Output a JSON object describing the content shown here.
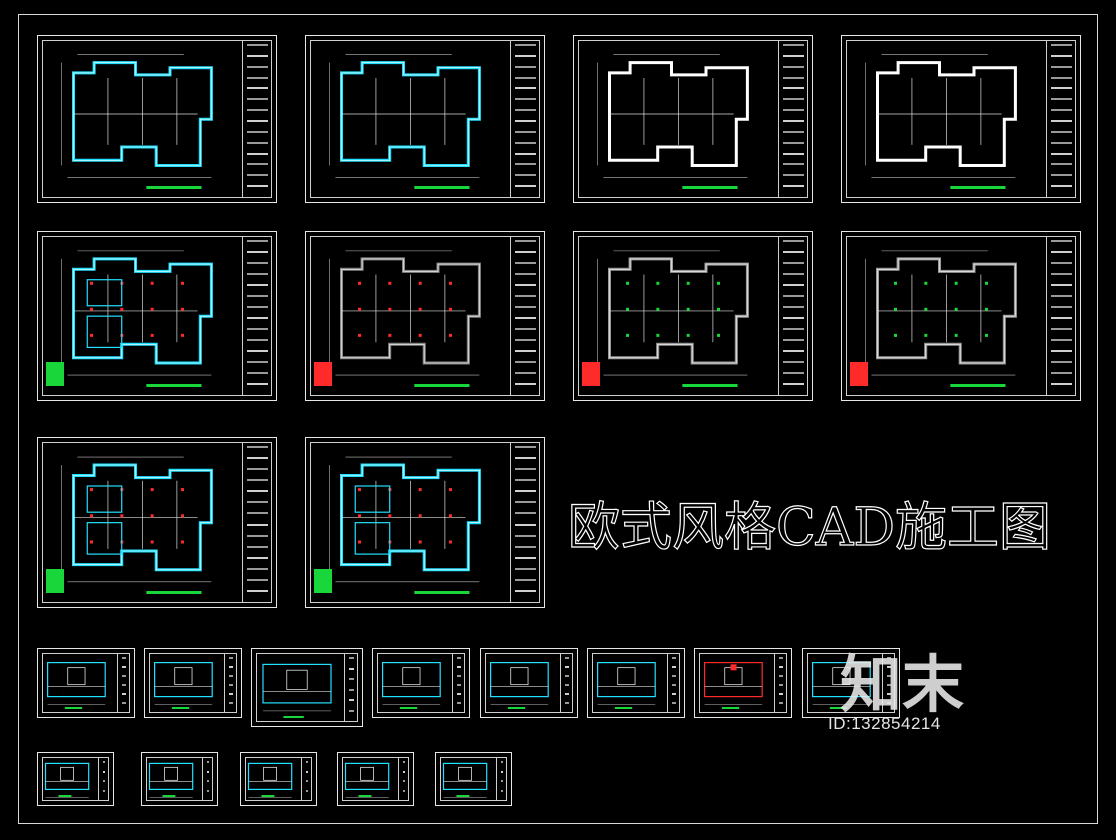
{
  "title": "欧式风格CAD施工图",
  "watermark": {
    "logo_text": "知末",
    "id_text": "ID:132854214"
  },
  "colors": {
    "background": "#000000",
    "frame": "#e6e6e6",
    "wall_cyan": "#22e0ff",
    "detail_red": "#ff2a2a",
    "legend_green": "#19d63a",
    "line_white": "#ffffff"
  },
  "sheets": [
    {
      "kind": "plan",
      "theme": "cyan"
    },
    {
      "kind": "plan",
      "theme": "cyan"
    },
    {
      "kind": "plan",
      "theme": "white"
    },
    {
      "kind": "plan",
      "theme": "white"
    },
    {
      "kind": "ceiling",
      "theme": "cyan"
    },
    {
      "kind": "ceiling",
      "theme": "red"
    },
    {
      "kind": "lighting",
      "theme": "green"
    },
    {
      "kind": "lighting",
      "theme": "gray"
    },
    {
      "kind": "ceiling",
      "theme": "cyan"
    },
    {
      "kind": "ceiling",
      "theme": "cyan"
    },
    {
      "kind": "elevation",
      "theme": "cyan"
    },
    {
      "kind": "elevation",
      "theme": "cyan"
    },
    {
      "kind": "elevation",
      "theme": "cyan"
    },
    {
      "kind": "elevation",
      "theme": "cyan"
    },
    {
      "kind": "elevation",
      "theme": "cyan"
    },
    {
      "kind": "elevation",
      "theme": "cyan"
    },
    {
      "kind": "elevation",
      "theme": "red"
    },
    {
      "kind": "elevation",
      "theme": "cyan"
    },
    {
      "kind": "section",
      "theme": "cyan"
    },
    {
      "kind": "section",
      "theme": "cyan"
    },
    {
      "kind": "section",
      "theme": "cyan"
    },
    {
      "kind": "section",
      "theme": "cyan"
    },
    {
      "kind": "section",
      "theme": "cyan"
    }
  ]
}
